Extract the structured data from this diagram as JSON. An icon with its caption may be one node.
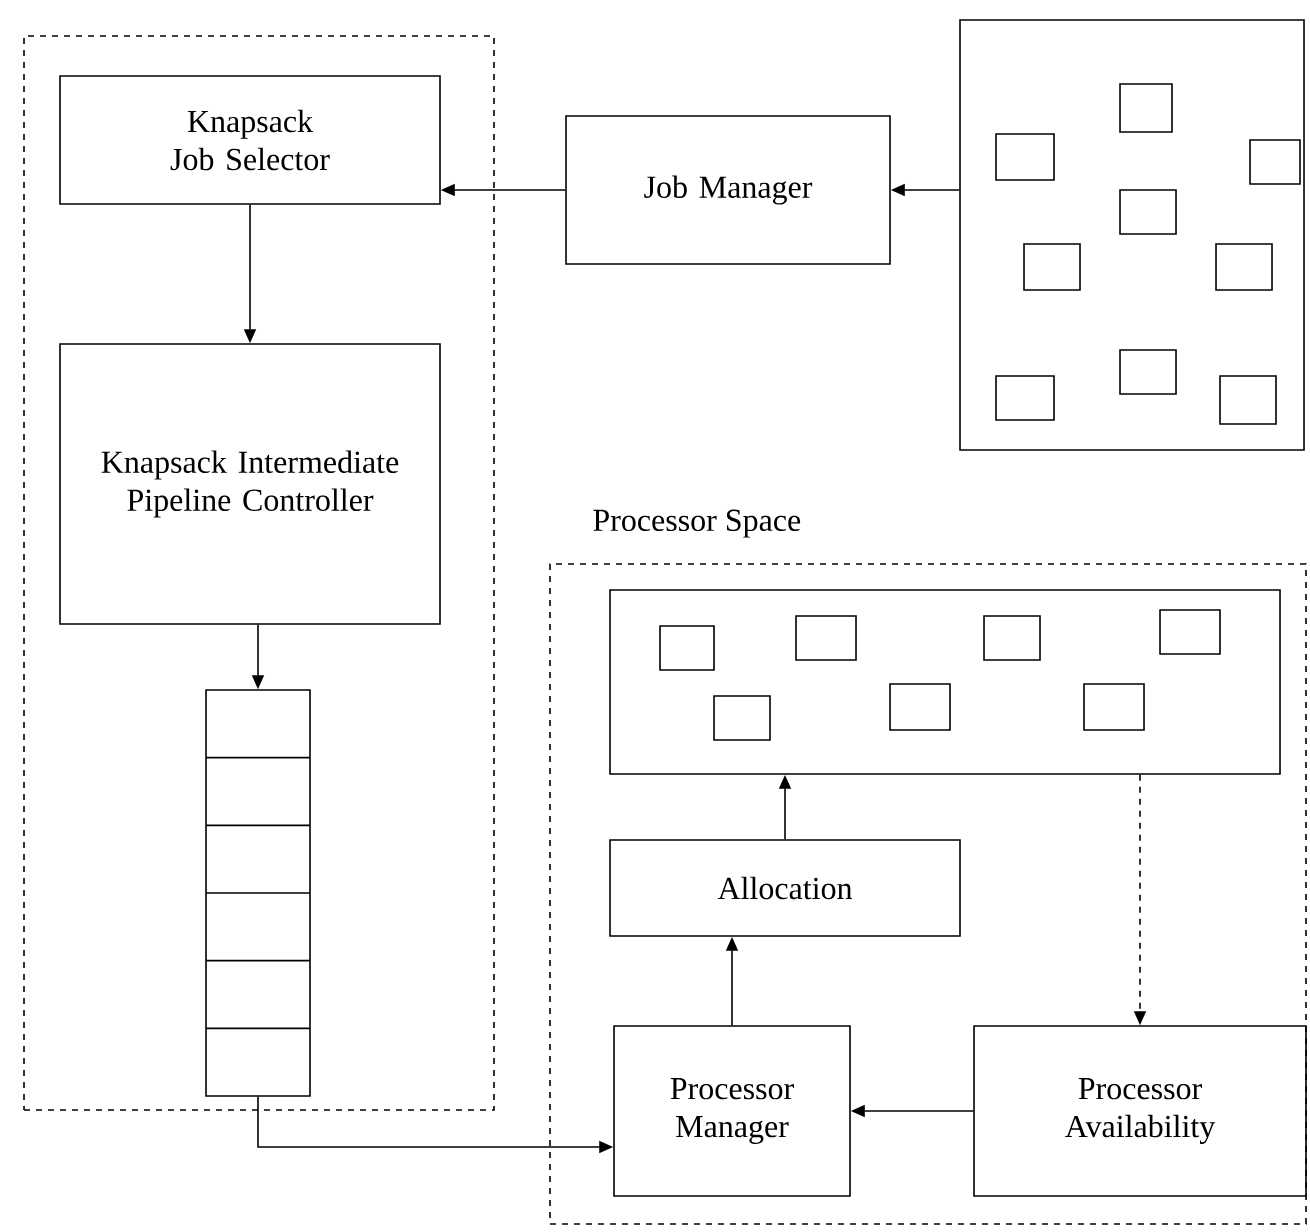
{
  "diagram": {
    "nodes": [
      {
        "text": [],
        "shape": "box"
      },
      {
        "text": [
          "Knapsack Job Selector"
        ],
        "in": 0
      },
      {
        "text": [
          "Knapsack Intermediate Pipeline Controller"
        ],
        "in": 0
      },
      {
        "text": [],
        "shape": "box",
        "in": 0
      },
      {
        "text": [
          "Job Manager"
        ]
      },
      {
        "text": [],
        "shape": "box"
      },
      {
        "text": [
          "Processor Space"
        ]
      },
      {
        "text": [],
        "shape": "box",
        "in": 6
      },
      {
        "text": [
          "Allocation"
        ],
        "in": 6
      },
      {
        "text": [
          "Processor Manager"
        ],
        "in": 6
      },
      {
        "text": [
          "Processor Availability"
        ],
        "in": 6
      }
    ],
    "edges": [
      {
        "from": 5,
        "to": 4,
        "arrow": "to"
      },
      {
        "from": 4,
        "to": 1,
        "arrow": "to"
      },
      {
        "from": 1,
        "to": 2,
        "arrow": "to"
      },
      {
        "from": 2,
        "to": 3,
        "arrow": "to"
      },
      {
        "from": 3,
        "to": 9,
        "arrow": "to"
      },
      {
        "from": 9,
        "to": 8,
        "arrow": "to"
      },
      {
        "from": 8,
        "to": 7,
        "arrow": "to"
      },
      {
        "from": 7,
        "to": 10,
        "arrow": "to",
        "style": "dashed"
      },
      {
        "from": 10,
        "to": 9,
        "arrow": "to"
      }
    ]
  }
}
